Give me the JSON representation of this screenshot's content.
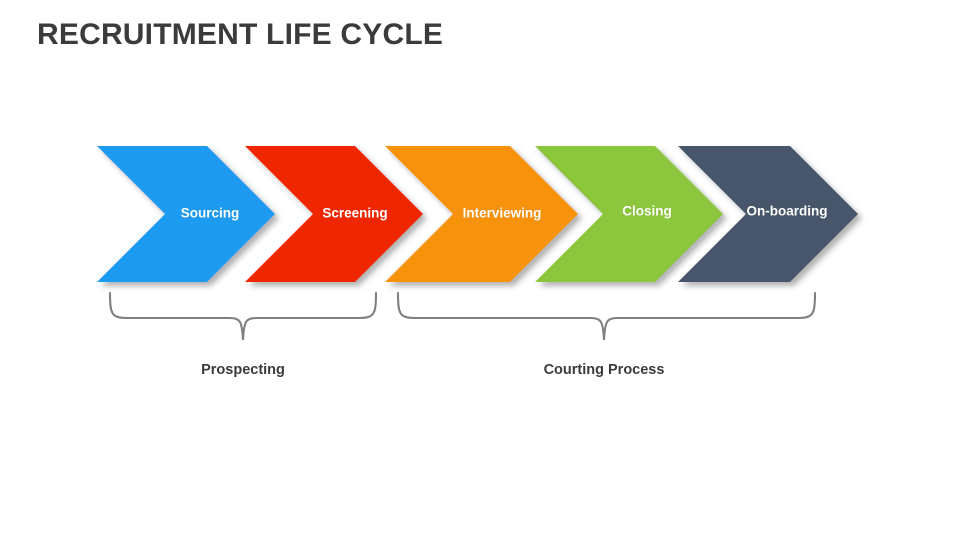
{
  "slide": {
    "title": "RECRUITMENT LIFE CYCLE",
    "background_color": "#FFFFFF",
    "title_color": "#3B3B3B"
  },
  "process": {
    "stages": [
      {
        "label": "Sourcing",
        "color": "#1E9BF0",
        "text_color": "#FFFFFF"
      },
      {
        "label": "Screening",
        "color": "#F02800",
        "text_color": "#FFFFFF"
      },
      {
        "label": "Interviewing",
        "color": "#F7920B",
        "text_color": "#FFFFFF"
      },
      {
        "label": "Closing",
        "color": "#8CC63E",
        "text_color": "#FFFFFF"
      },
      {
        "label": "On-boarding",
        "color": "#47566B",
        "text_color": "#FFFFFF"
      }
    ],
    "groups": [
      {
        "label": "Prospecting",
        "color": "#3B3B3B",
        "brace_color": "#808080"
      },
      {
        "label": "Courting Process",
        "color": "#3B3B3B",
        "brace_color": "#808080"
      }
    ]
  }
}
